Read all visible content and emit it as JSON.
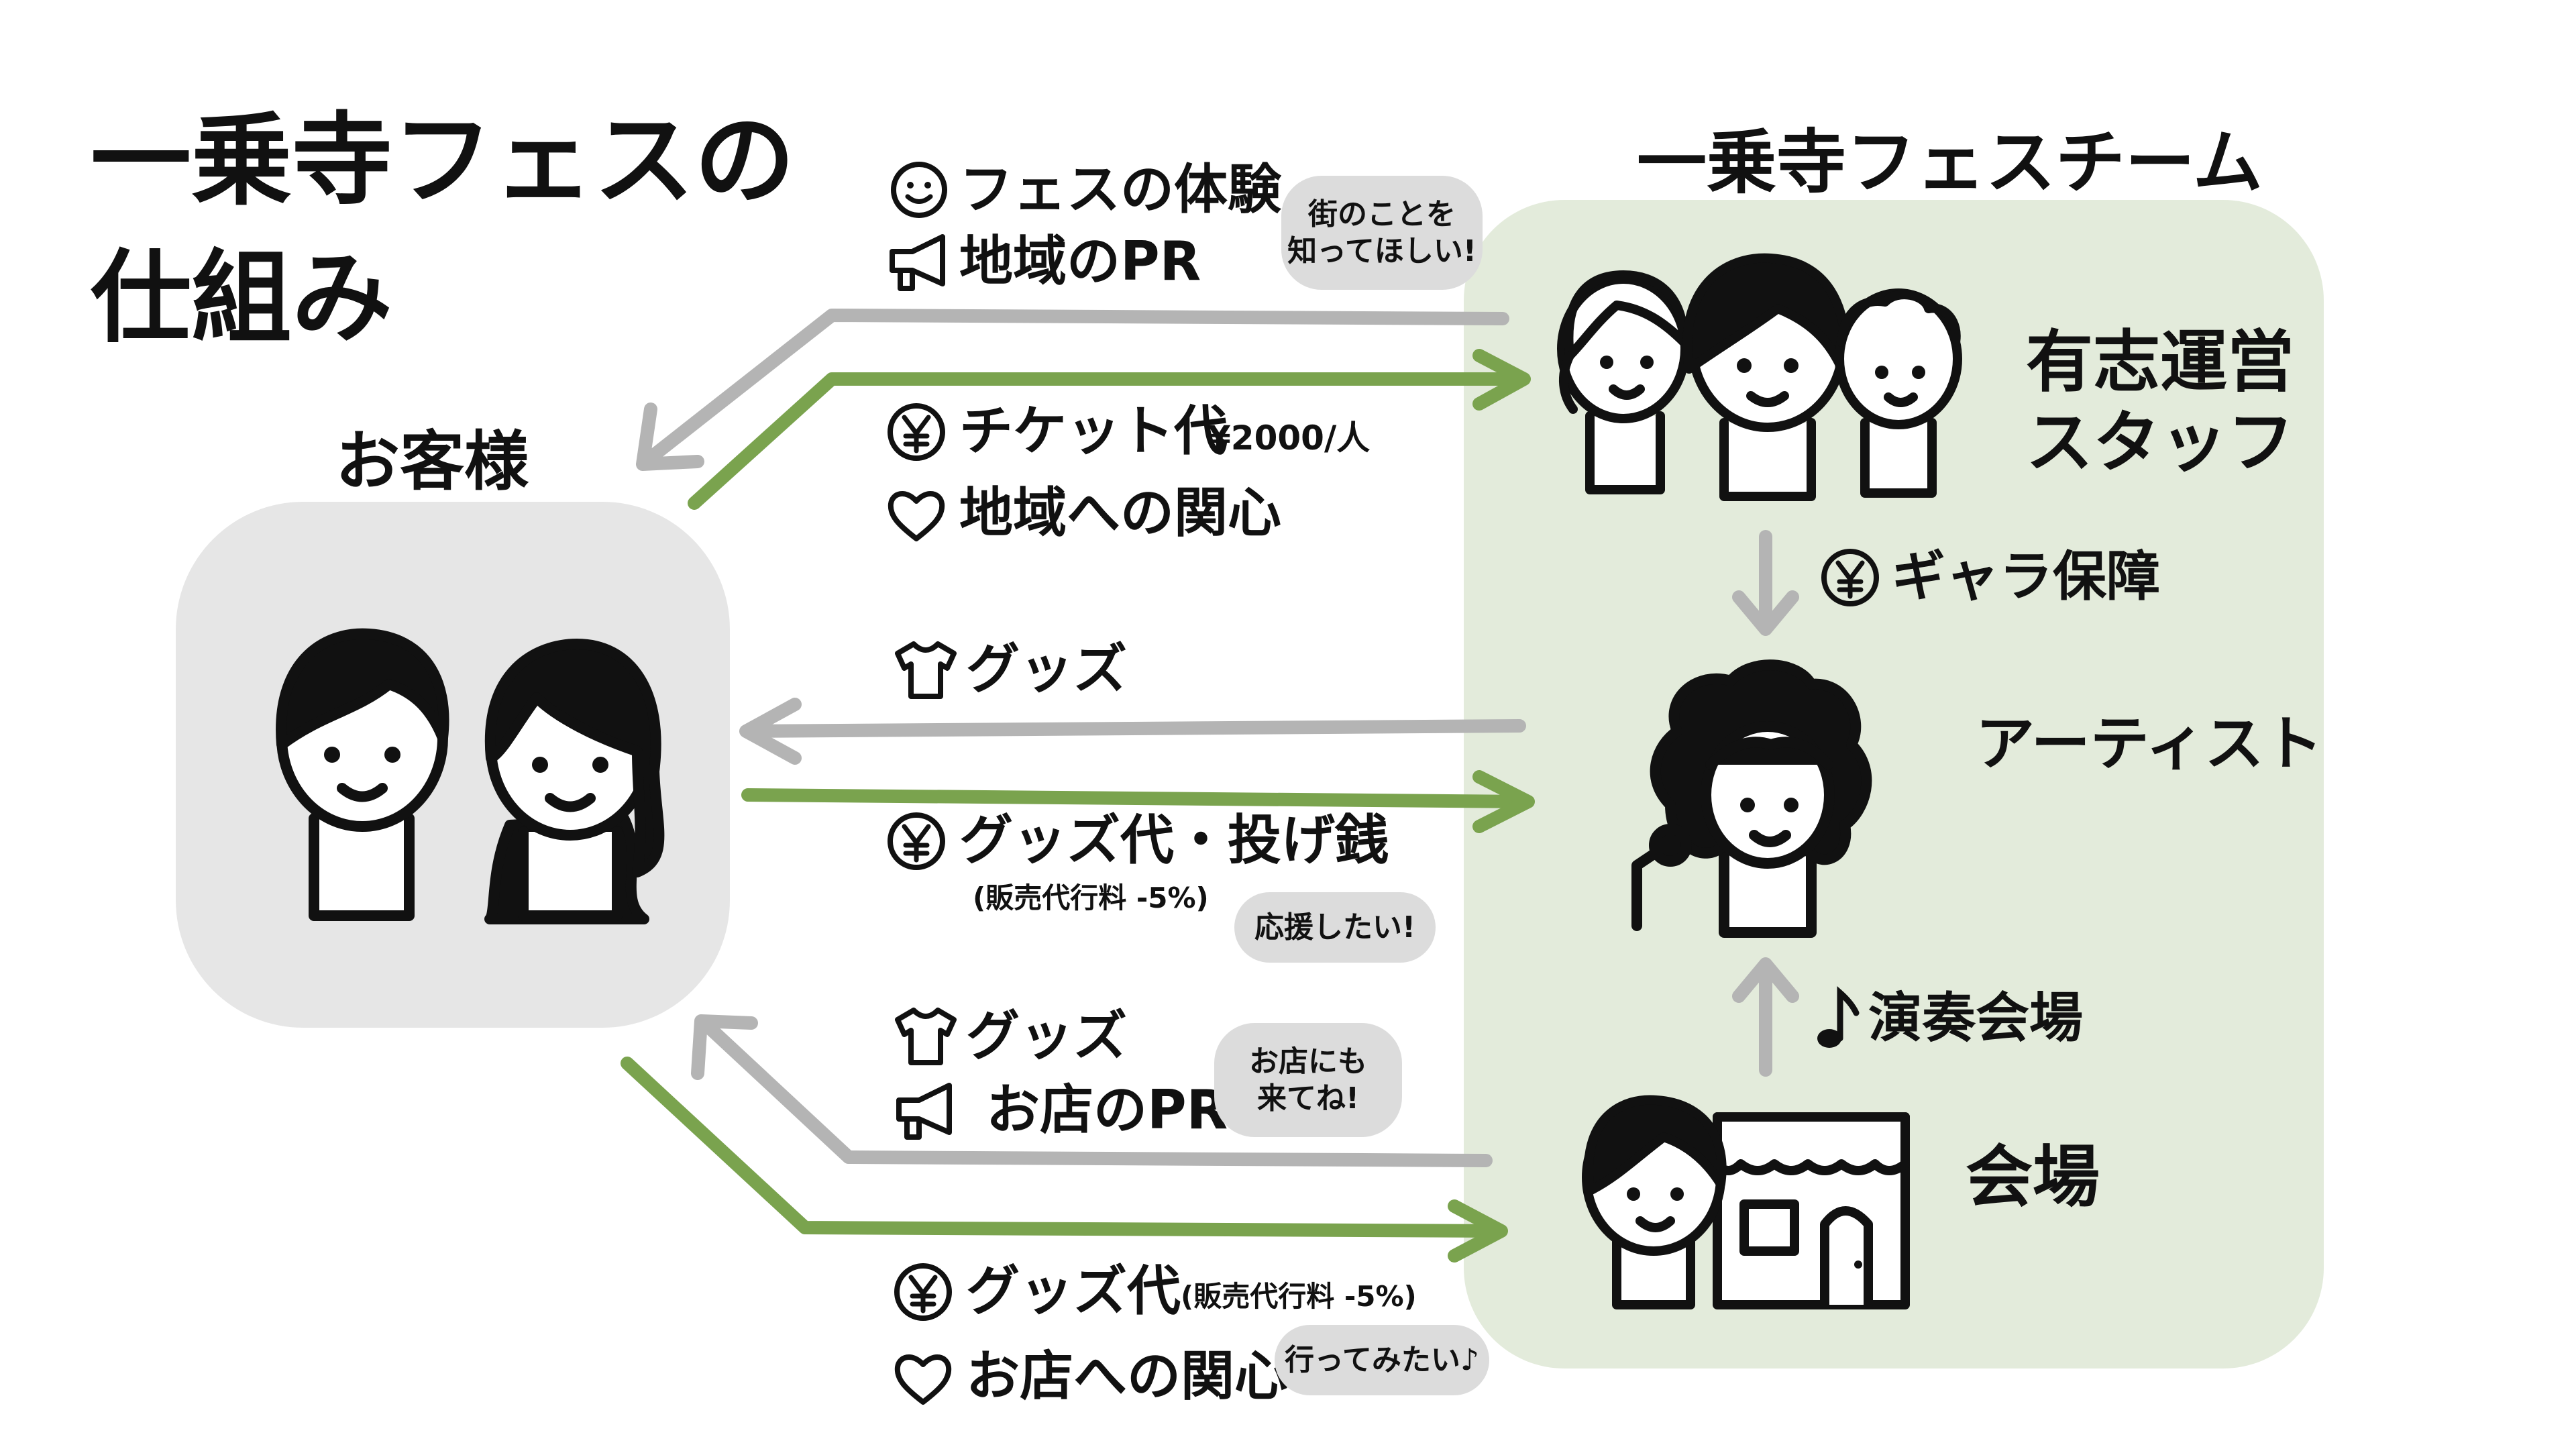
{
  "title": {
    "line1": "一乗寺フェスの",
    "line2": "仕組み"
  },
  "colors": {
    "gray_arrow": "#b4b4b4",
    "green_arrow": "#7aa34e",
    "team_panel": "#e3ebdb",
    "customer_panel": "#e6e6e6"
  },
  "nodes": {
    "customer": "お客様",
    "team": "一乗寺フェスチーム",
    "staff": "有志運営\nスタッフ",
    "artist": "アーティスト",
    "venue": "会場"
  },
  "flows": {
    "team_to_customer": [
      {
        "icon": "smile-icon",
        "label": "フェスの体験"
      },
      {
        "icon": "megaphone-icon",
        "label": "地域のPR"
      }
    ],
    "team_to_customer_bubble": "街のことを\n知ってほしい!",
    "customer_to_team": [
      {
        "icon": "yen-icon",
        "label": "チケット代",
        "note": "¥2000/人"
      },
      {
        "icon": "heart-icon",
        "label": "地域への関心"
      }
    ],
    "staff_to_artist": {
      "icon": "yen-icon",
      "label": "ギャラ保障"
    },
    "artist_to_customer": [
      {
        "icon": "tshirt-icon",
        "label": "グッズ"
      }
    ],
    "customer_to_artist": [
      {
        "icon": "yen-icon",
        "label": "グッズ代・投げ銭",
        "note": "(販売代行料 -5%)"
      }
    ],
    "customer_to_artist_bubble": "応援したい!",
    "venue_to_artist": {
      "icon": "note-icon",
      "label": "演奏会場"
    },
    "venue_to_customer": [
      {
        "icon": "tshirt-icon",
        "label": "グッズ"
      },
      {
        "icon": "megaphone-icon",
        "label": "お店のPR"
      }
    ],
    "venue_to_customer_bubble": "お店にも\n来てね!",
    "customer_to_venue": [
      {
        "icon": "yen-icon",
        "label": "グッズ代",
        "note": "(販売代行料 -5%)"
      },
      {
        "icon": "heart-icon",
        "label": "お店への関心"
      }
    ],
    "customer_to_venue_bubble": "行ってみたい♪"
  }
}
